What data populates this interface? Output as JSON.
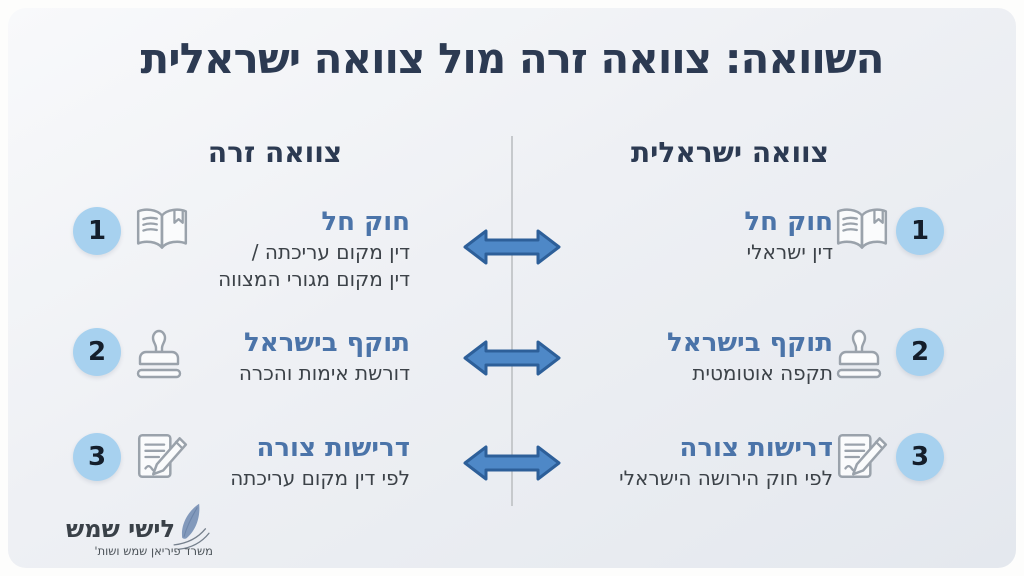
{
  "title": "השוואה: צוואה זרה מול צוואה ישראלית",
  "columns": {
    "left": {
      "header": "צוואה זרה",
      "rows": [
        {
          "num": "1",
          "icon": "open-book-icon",
          "heading": "חוק חל",
          "desc": [
            "דין מקום עריכתה /",
            "דין מקום מגורי המצווה"
          ]
        },
        {
          "num": "2",
          "icon": "stamp-icon",
          "heading": "תוקף בישראל",
          "desc": [
            "דורשת אימות והכרה"
          ]
        },
        {
          "num": "3",
          "icon": "document-pencil-icon",
          "heading": "דרישות צורה",
          "desc": [
            "לפי דין מקום עריכתה"
          ]
        }
      ]
    },
    "right": {
      "header": "צוואה ישראלית",
      "rows": [
        {
          "num": "1",
          "icon": "open-book-icon",
          "heading": "חוק חל",
          "desc": [
            "דין ישראלי"
          ]
        },
        {
          "num": "2",
          "icon": "stamp-icon",
          "heading": "תוקף בישראל",
          "desc": [
            "תקפה אוטומטית"
          ]
        },
        {
          "num": "3",
          "icon": "document-pencil-icon",
          "heading": "דרישות צורה",
          "desc": [
            "לפי חוק הירושה הישראלי"
          ]
        }
      ]
    }
  },
  "logo": {
    "name": "לישי שמש",
    "subtitle": "משרד פיריאן שמש ושות'"
  },
  "colors": {
    "title_navy": "#2c3a52",
    "heading_blue": "#4b74a9",
    "desc_gray": "#3c4248",
    "circle_fill": "#a7d1ef",
    "arrow_fill": "#4e88c7",
    "arrow_stroke": "#2d5f99",
    "icon_gray": "#9aa2ab",
    "divider_gray": "#c6c9cc",
    "card_bg_start": "#f8f9fb",
    "card_bg_end": "#e4e8ee"
  }
}
